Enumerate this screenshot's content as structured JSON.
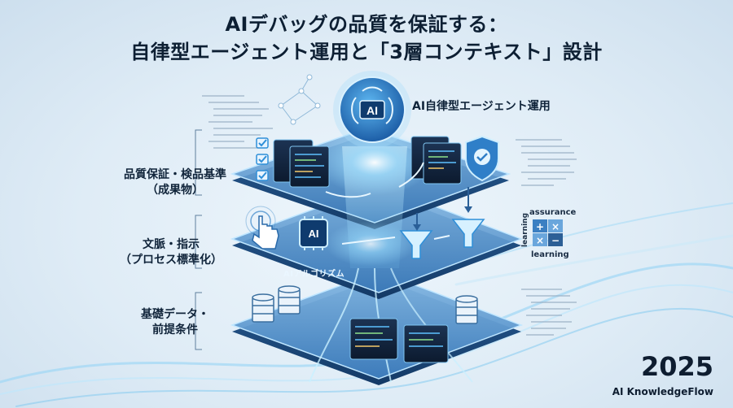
{
  "title": {
    "line1": "AIデバッグの品質を保証する：",
    "line2": "自律型エージェント運用と「3層コンテキスト」設計"
  },
  "hub": {
    "icon_text": "AI",
    "label": "AI自律型エージェント運用"
  },
  "layers": [
    {
      "label_line1": "品質保証・検品基準",
      "label_line2": "（成果物）"
    },
    {
      "label_line1": "文脈・指示",
      "label_line2": "（プロセス標準化）"
    },
    {
      "label_line1": "基礎データ・",
      "label_line2": "前提条件"
    }
  ],
  "middle_chip": {
    "text": "AI",
    "caption": "AIアルゴリズム"
  },
  "matrix": {
    "top_label": "assurance",
    "left_label": "learning",
    "bottom_label": "learning",
    "cells": [
      "+",
      "×",
      "×",
      "−"
    ]
  },
  "footer": {
    "year": "2025",
    "brand": "AI KnowledgeFlow"
  },
  "colors": {
    "accent": "#2f8fd8",
    "platform_top": "#4b8ec9",
    "platform_bottom": "#1f4f86",
    "text": "#0d1f33"
  }
}
